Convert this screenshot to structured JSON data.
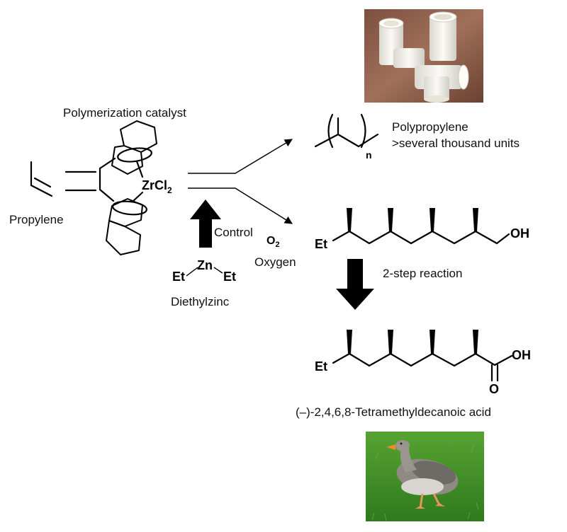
{
  "labels": {
    "catalyst": "Polymerization catalyst",
    "propylene": "Propylene",
    "polypropylene_line1": "Polypropylene",
    "polypropylene_line2": ">several thousand units",
    "control": "Control",
    "o2_base": "O",
    "o2_sub": "2",
    "oxygen": "Oxygen",
    "diethylzinc": "Diethylzinc",
    "two_step": "2-step reaction",
    "product": "(–)-2,4,6,8-Tetramethyldecanoic acid"
  },
  "chem": {
    "zr": "ZrCl",
    "zr_sub": "2",
    "zn": "Zn",
    "et": "Et",
    "oh": "OH",
    "o": "O",
    "n": "n"
  },
  "photos": {
    "pipes": "white-plastic-pipe-fittings-photo",
    "goose": "greylag-goose-on-grass-photo"
  },
  "colors": {
    "pipe_background": "#8a5a48",
    "grass": "#3f8f28",
    "plastic": "#f2f1ec"
  }
}
